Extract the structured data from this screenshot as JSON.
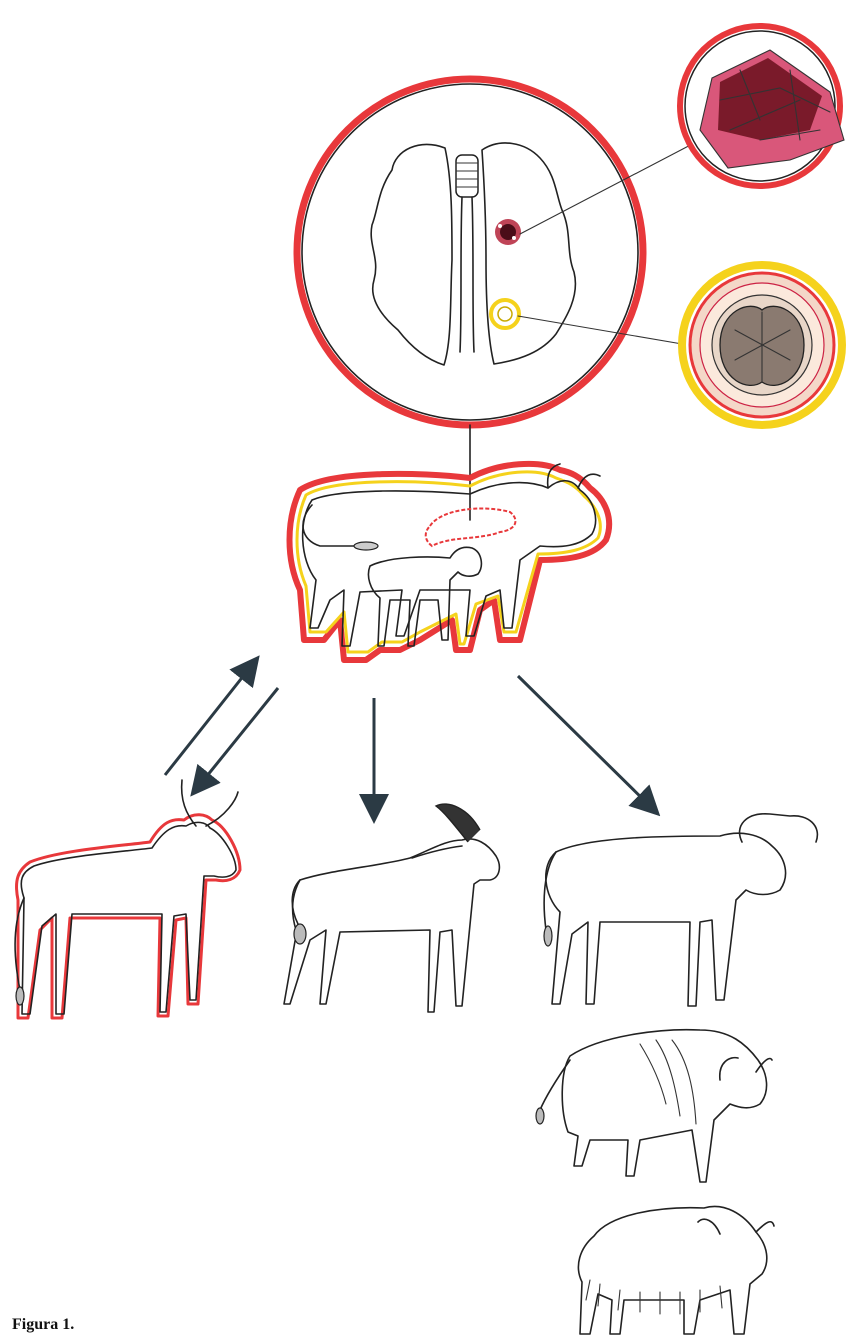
{
  "caption": "Figura 1.",
  "colors": {
    "red_outline": "#e8383b",
    "yellow_outline": "#f5d21c",
    "tissue_dark": "#7a1a2a",
    "tissue_pink": "#d9577a",
    "arrow": "#2b3a44",
    "ink": "#222222"
  },
  "nodes": [
    {
      "id": "lungs-magnified",
      "kind": "lungs with lesions (magnified)"
    },
    {
      "id": "tissue-lesion-detail",
      "kind": "lesion tissue detail"
    },
    {
      "id": "nodule-cross-section",
      "kind": "nodule cross-section"
    },
    {
      "id": "cow-and-calf",
      "kind": "infected cow with calf"
    },
    {
      "id": "zebu",
      "kind": "long-horned bovine"
    },
    {
      "id": "antelope",
      "kind": "antelope"
    },
    {
      "id": "african-buffalo",
      "kind": "buffalo"
    },
    {
      "id": "bison",
      "kind": "bison"
    },
    {
      "id": "yak",
      "kind": "yak"
    }
  ],
  "edges": [
    {
      "from": "zebu",
      "to": "cow-and-calf"
    },
    {
      "from": "cow-and-calf",
      "to": "zebu"
    },
    {
      "from": "cow-and-calf",
      "to": "antelope"
    },
    {
      "from": "cow-and-calf",
      "to": "african-buffalo"
    }
  ]
}
